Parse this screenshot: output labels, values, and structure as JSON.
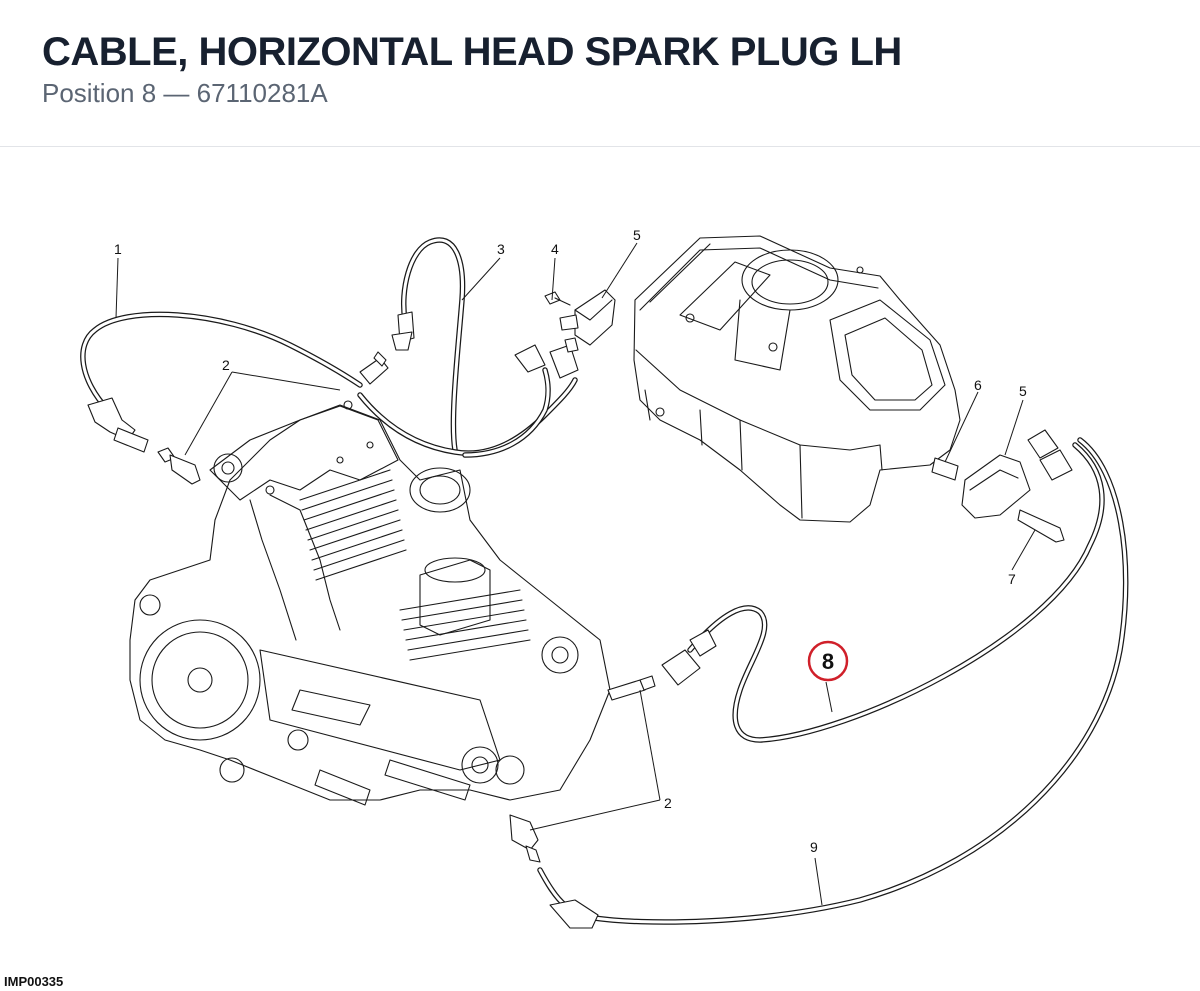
{
  "header": {
    "title": "CABLE, HORIZONTAL HEAD SPARK PLUG LH",
    "subtitle": "Position 8 — 67110281A"
  },
  "diagram": {
    "callouts": [
      "1",
      "2",
      "3",
      "4",
      "5",
      "5",
      "6",
      "7",
      "2",
      "9"
    ],
    "highlighted_callout": "8",
    "highlight_color": "#d0202a",
    "footer_code": "IMP00335"
  }
}
